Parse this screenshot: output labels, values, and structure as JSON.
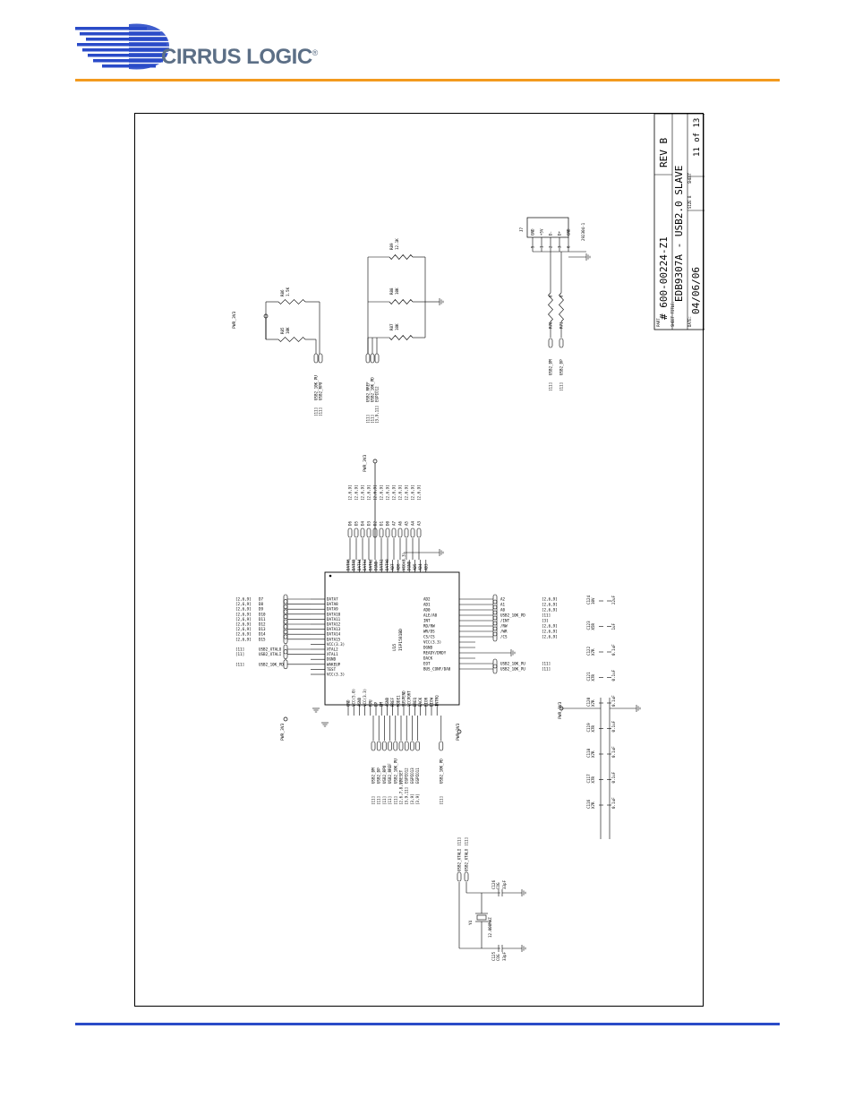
{
  "header": {
    "logo_text": "CIRRUS LOGIC",
    "logo_mark": "®",
    "colors": {
      "logo_blue": "#2a4bc8",
      "logo_gray": "#5c6f86",
      "top_rule": "#f39a1e",
      "bottom_rule": "#2a4bc8"
    }
  },
  "title_block": {
    "part_label": "PART",
    "part_number": "# 600-00224-Z1",
    "rev": "REV B",
    "sheet_title_label": "SHEET TITLE:",
    "sheet_title": "EDB9307A - USB2.0 SLAVE",
    "date_label": "DATE:",
    "date": "04/06/06",
    "size": "SIZE B",
    "sheet_label": "SHEET",
    "sheet_number": "11 of 13"
  },
  "schematic": {
    "ic": {
      "ref": "U15",
      "part": "ISP1581BD",
      "left_pins": [
        "DATA7",
        "DATA8",
        "DATA9",
        "DATA10",
        "DATA11",
        "DATA12",
        "DATA13",
        "DATA14",
        "DATA15",
        "VCC(3.3)",
        "XTAL2",
        "XTAL1",
        "DGND",
        "WAKEUP",
        "TEST",
        "VCC(3.3)"
      ],
      "left_nets": [
        "D7",
        "D8",
        "D9",
        "D10",
        "D11",
        "D12",
        "D13",
        "D14",
        "D15",
        "",
        "USB2_XTALO",
        "USB2_XTALI",
        "",
        "USB2_10K_PD",
        "",
        ""
      ],
      "left_refs": [
        "[2,6,9]",
        "[2,6,9]",
        "[2,6,9]",
        "[2,6,9]",
        "[2,6,9]",
        "[2,6,9]",
        "[2,6,9]",
        "[2,6,9]",
        "[2,6,9]",
        "",
        "[11]",
        "[11]",
        "",
        "[11]",
        "",
        ""
      ],
      "top_pins": [
        "DATA6",
        "DATA5",
        "DATA4",
        "DATA3",
        "DATA2",
        "DGND",
        "DATA1",
        "DATA0",
        "AD7",
        "AD6",
        "VCC(3.3)",
        "DGND",
        "AD5",
        "AD4",
        "AD3"
      ],
      "top_nets": [
        "D6",
        "D5",
        "D4",
        "D3",
        "D2",
        "D1",
        "D0",
        "A7",
        "A6",
        "A5",
        "A4",
        "A3"
      ],
      "top_refs": [
        "[2,6,9]",
        "[2,6,9]",
        "[2,6,9]",
        "[2,6,9]",
        "[2,6,9]",
        "[2,6,9]",
        "[2,6,9]",
        "[2,6,9]",
        "[2,6,9]",
        "[2,6,9]",
        "[2,6,9]",
        "[2,6,9]"
      ],
      "right_pins": [
        "AD2",
        "AD1",
        "AD0",
        "ALE/A0",
        "INT",
        "RD/RW",
        "WR/DS",
        "CS/CS",
        "VCC(3.3)",
        "DGND",
        "READY/DRDY",
        "DACK",
        "EOT",
        "BUS_CONF/DA0"
      ],
      "right_nets": [
        "A2",
        "A1",
        "A0",
        "USB2_10K_PD",
        "/INT",
        "/RW",
        "/WR",
        "/CS",
        "USB2_10K_PU",
        "USB2_10K_PU"
      ],
      "right_refs": [
        "[2,6,9]",
        "[2,6,9]",
        "[2,6,9]",
        "[11]",
        "[3]",
        "[2,6,9]",
        "[2,6,9]",
        "[2,6,9]",
        "[11]",
        "[11]"
      ],
      "bottom_pins": [
        "GND",
        "VCC(5.0)",
        "AGND",
        "VCC(3.3)",
        "RPU",
        "DP",
        "DM",
        "AGND",
        "RREF",
        "MODE1",
        "SUSPEND",
        "VCCPORT",
        "DREQ",
        "DACK",
        "DIOR",
        "DIOW",
        "INTRQ"
      ],
      "bottom_nets": [
        "USB2_DM",
        "USB2_DP",
        "USB2_RPU",
        "USB2_RREF",
        "USB2_10K_PU",
        "/RESET",
        "EGPIO12",
        "EGPIO13",
        "EGPIO11",
        "USB2_10K_PD"
      ],
      "bottom_refs": [
        "[11]",
        "[11]",
        "[11]",
        "[11]",
        "[11]",
        "[2,6,7,8,9]",
        "[3,9,11]",
        "[3,9]",
        "[3,9]",
        "[11]"
      ]
    },
    "power_net": "PWR_3V3",
    "resistors_top": [
      {
        "ref": "R85",
        "value": "10K"
      },
      {
        "ref": "R86",
        "value": "1.5K"
      }
    ],
    "top_nets": [
      "USB2_10K_PU",
      "USB2_RPU"
    ],
    "top_refs": [
      "[11]",
      "[11]"
    ],
    "resistors_mid": [
      {
        "ref": "R87",
        "value": "10K"
      },
      {
        "ref": "R88",
        "value": "10K"
      },
      {
        "ref": "R89",
        "value": "12.1K"
      }
    ],
    "mid_nets": [
      "USB2_RREF",
      "USB2_10K_PD",
      "EGPIO12"
    ],
    "mid_refs": [
      "[11]",
      "[11]",
      "[3,9,11]"
    ],
    "usb_resistors": [
      {
        "ref": "R70",
        "value": "0"
      },
      {
        "ref": "R71",
        "value": "0"
      }
    ],
    "usb_nets": [
      "USB2_DM",
      "USB2_DP"
    ],
    "usb_refs": [
      "[11]",
      "[11]"
    ],
    "connector": {
      "ref": "J7",
      "part": "292304-1",
      "pins": [
        "GND",
        "+5V",
        "D-",
        "D+",
        "GND"
      ],
      "pin_numbers": [
        "5",
        "1",
        "2",
        "3",
        "6"
      ]
    },
    "capacitors": [
      {
        "ref": "C116",
        "type": "X7R",
        "value": "0.1uF"
      },
      {
        "ref": "C117",
        "type": "X7R",
        "value": "0.1uF"
      },
      {
        "ref": "C118",
        "type": "X7R",
        "value": "0.1uF"
      },
      {
        "ref": "C119",
        "type": "X7R",
        "value": "0.1uF"
      },
      {
        "ref": "C120",
        "type": "X7R",
        "value": "0.1uF"
      },
      {
        "ref": "C121",
        "type": "X7R",
        "value": "0.1uF"
      },
      {
        "ref": "C122",
        "type": "X7R",
        "value": "0.1uF"
      },
      {
        "ref": "C123",
        "type": "X5R",
        "value": "1uF"
      },
      {
        "ref": "C124",
        "type": "10V",
        "value": "22uF"
      }
    ],
    "crystal": {
      "ref": "Y4",
      "freq": "12.000MHZ",
      "nets": [
        "USB2_XTALI",
        "USB2_XTALO"
      ],
      "refs": [
        "[11]",
        "[11]"
      ],
      "caps": [
        {
          "ref": "C125",
          "type": "COG",
          "value": "33pF"
        },
        {
          "ref": "C126",
          "type": "COG",
          "value": "33pF"
        }
      ]
    }
  }
}
